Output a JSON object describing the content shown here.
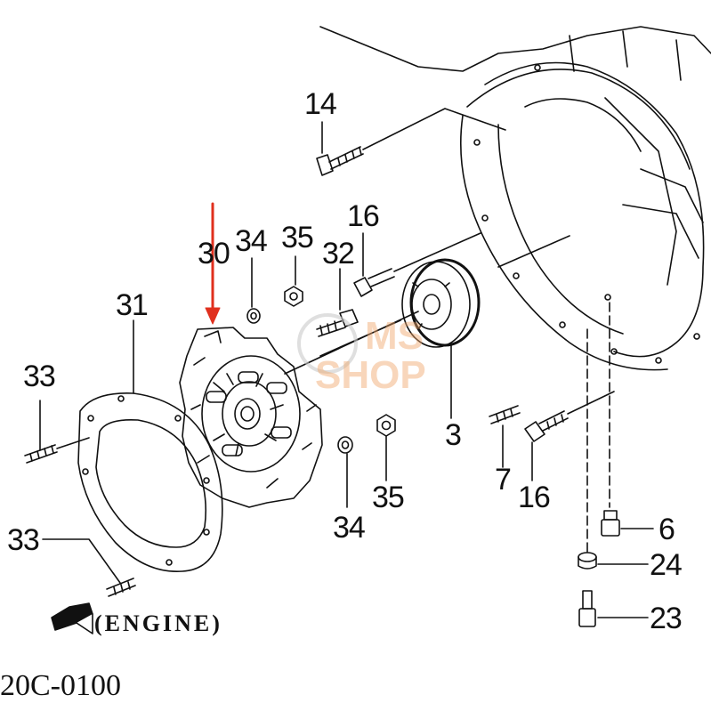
{
  "callouts": {
    "c14": "14",
    "c16a": "16",
    "c30": "30",
    "c34a": "34",
    "c35a": "35",
    "c32": "32",
    "c31": "31",
    "c33a": "33",
    "c33b": "33",
    "c3": "3",
    "c7": "7",
    "c16b": "16",
    "c34b": "34",
    "c35b": "35",
    "c6": "6",
    "c24": "24",
    "c23": "23"
  },
  "engine_label": "(ENGINE)",
  "reference_code": "20C-0100",
  "watermark": {
    "line1": "MS",
    "line2": "SHOP"
  },
  "colors": {
    "ink": "#111111",
    "arrow": "#e0301e",
    "watermark": "#f0a66a"
  }
}
